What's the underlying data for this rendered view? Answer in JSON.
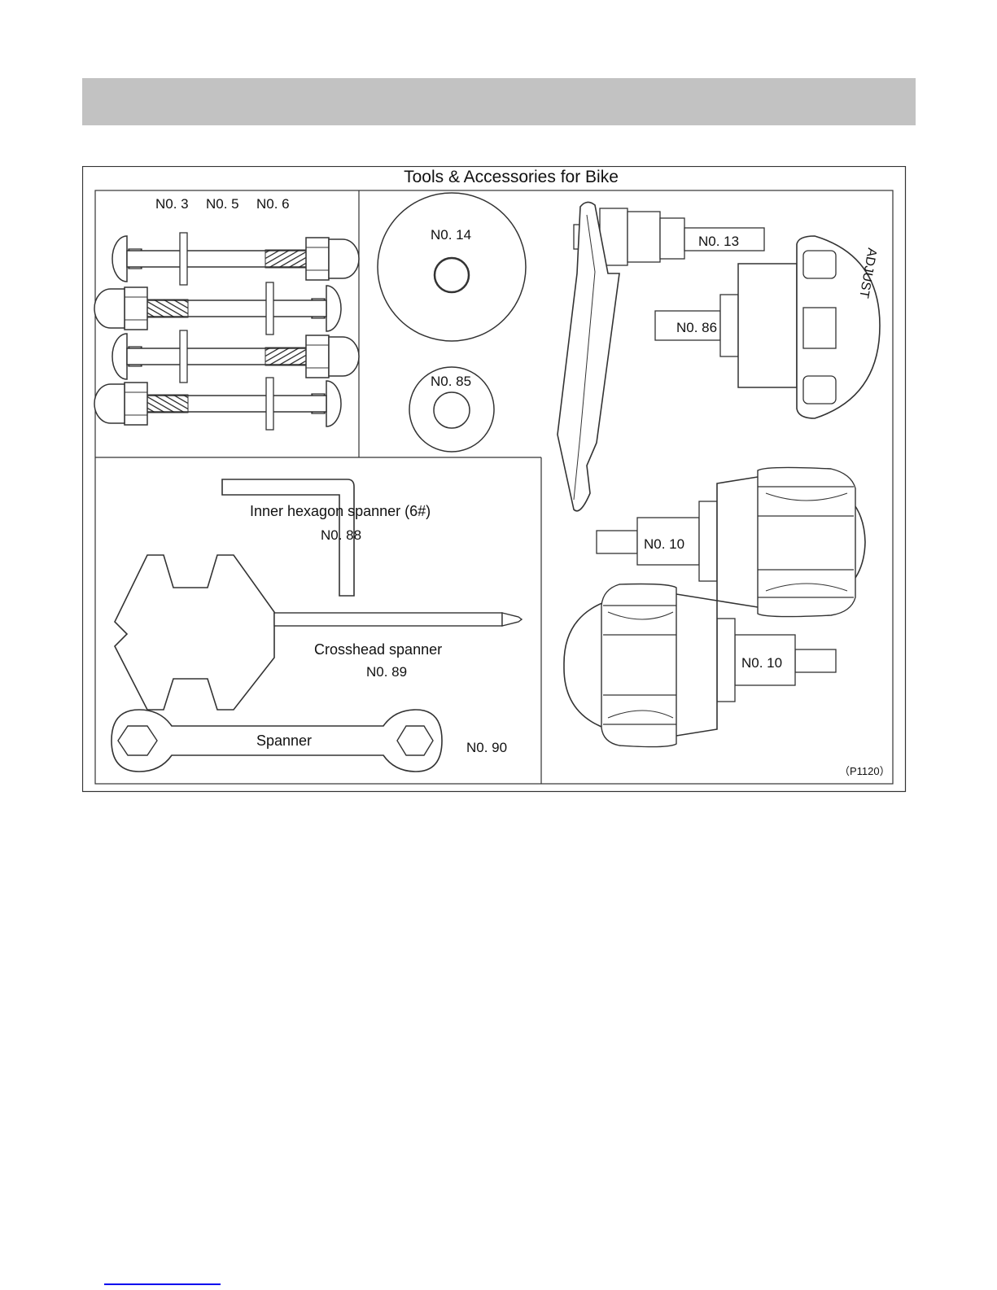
{
  "diagram": {
    "title": "Tools & Accessories for Bike",
    "labels": {
      "no3": "N0. 3",
      "no5": "N0. 5",
      "no6": "N0. 6",
      "no14": "N0. 14",
      "no85": "N0. 85",
      "no13": "N0. 13",
      "no86": "N0. 86",
      "adjust_text": "ADJUST",
      "hex_spanner": "Inner hexagon spanner (6#)",
      "no88": "N0. 88",
      "crosshead": "Crosshead spanner",
      "no89": "N0. 89",
      "spanner": "Spanner",
      "no90": "N0. 90",
      "no10_a": "N0. 10",
      "no10_b": "N0. 10",
      "page_code": "（P1120）"
    }
  },
  "colors": {
    "header_bar": "#c2c2c2",
    "line": "#333333",
    "footer_link": "#0000ee"
  }
}
